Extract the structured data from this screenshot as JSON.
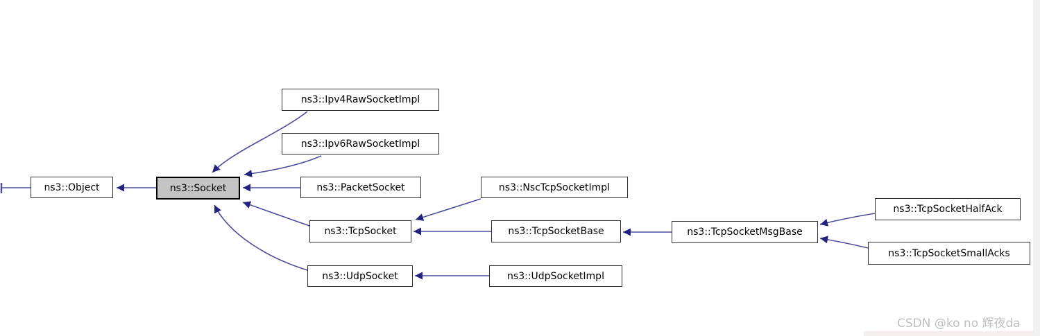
{
  "diagram": {
    "type": "class-inheritance-graph",
    "nodes": [
      {
        "id": "object",
        "label": "ns3::Object",
        "highlighted": false
      },
      {
        "id": "socket",
        "label": "ns3::Socket",
        "highlighted": true
      },
      {
        "id": "ipv4",
        "label": "ns3::Ipv4RawSocketImpl",
        "highlighted": false
      },
      {
        "id": "ipv6",
        "label": "ns3::Ipv6RawSocketImpl",
        "highlighted": false
      },
      {
        "id": "packet",
        "label": "ns3::PacketSocket",
        "highlighted": false
      },
      {
        "id": "nsc",
        "label": "ns3::NscTcpSocketImpl",
        "highlighted": false
      },
      {
        "id": "tcp",
        "label": "ns3::TcpSocket",
        "highlighted": false
      },
      {
        "id": "tcpbase",
        "label": "ns3::TcpSocketBase",
        "highlighted": false
      },
      {
        "id": "msgbase",
        "label": "ns3::TcpSocketMsgBase",
        "highlighted": false
      },
      {
        "id": "halfack",
        "label": "ns3::TcpSocketHalfAck",
        "highlighted": false
      },
      {
        "id": "smallacks",
        "label": "ns3::TcpSocketSmallAcks",
        "highlighted": false
      },
      {
        "id": "udp",
        "label": "ns3::UdpSocket",
        "highlighted": false
      },
      {
        "id": "udpimpl",
        "label": "ns3::UdpSocketImpl",
        "highlighted": false
      }
    ],
    "edges": [
      {
        "from": "ns3::Socket",
        "to": "ns3::Object"
      },
      {
        "from": "ns3::Ipv4RawSocketImpl",
        "to": "ns3::Socket"
      },
      {
        "from": "ns3::Ipv6RawSocketImpl",
        "to": "ns3::Socket"
      },
      {
        "from": "ns3::PacketSocket",
        "to": "ns3::Socket"
      },
      {
        "from": "ns3::TcpSocket",
        "to": "ns3::Socket"
      },
      {
        "from": "ns3::UdpSocket",
        "to": "ns3::Socket"
      },
      {
        "from": "ns3::NscTcpSocketImpl",
        "to": "ns3::TcpSocket"
      },
      {
        "from": "ns3::TcpSocketBase",
        "to": "ns3::TcpSocket"
      },
      {
        "from": "ns3::TcpSocketMsgBase",
        "to": "ns3::TcpSocketBase"
      },
      {
        "from": "ns3::TcpSocketHalfAck",
        "to": "ns3::TcpSocketMsgBase"
      },
      {
        "from": "ns3::TcpSocketSmallAcks",
        "to": "ns3::TcpSocketMsgBase"
      },
      {
        "from": "ns3::UdpSocketImpl",
        "to": "ns3::UdpSocket"
      }
    ],
    "colors": {
      "edge_line": "#4d4d9f",
      "arrowhead": "#23237f",
      "highlight_fill": "#c4c4c4",
      "box_border": "#2e2e2e",
      "background": "#ffffff"
    }
  },
  "watermark": {
    "text": "CSDN @ko no 辉夜da",
    "color": "#bfbfbf"
  }
}
